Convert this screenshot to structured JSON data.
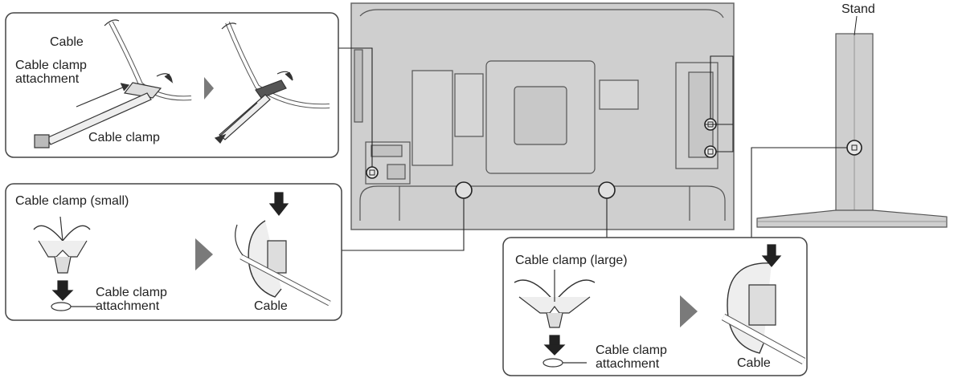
{
  "labels": {
    "stand": "Stand",
    "panel1": {
      "cable": "Cable",
      "attachment": "Cable clamp\nattachment",
      "clamp": "Cable clamp"
    },
    "panel2": {
      "clamp_small": "Cable clamp (small)",
      "attachment": "Cable clamp\nattachment",
      "cable": "Cable"
    },
    "panel3": {
      "clamp_large": "Cable clamp (large)",
      "attachment": "Cable clamp\nattachment",
      "cable": "Cable"
    }
  },
  "colors": {
    "tv_body": "#cfcfcf",
    "tv_outline": "#555555",
    "panel_border": "#444444",
    "arrow": "#7a7a7a",
    "down_arrow": "#222222",
    "stand": "#cfcfcf"
  }
}
